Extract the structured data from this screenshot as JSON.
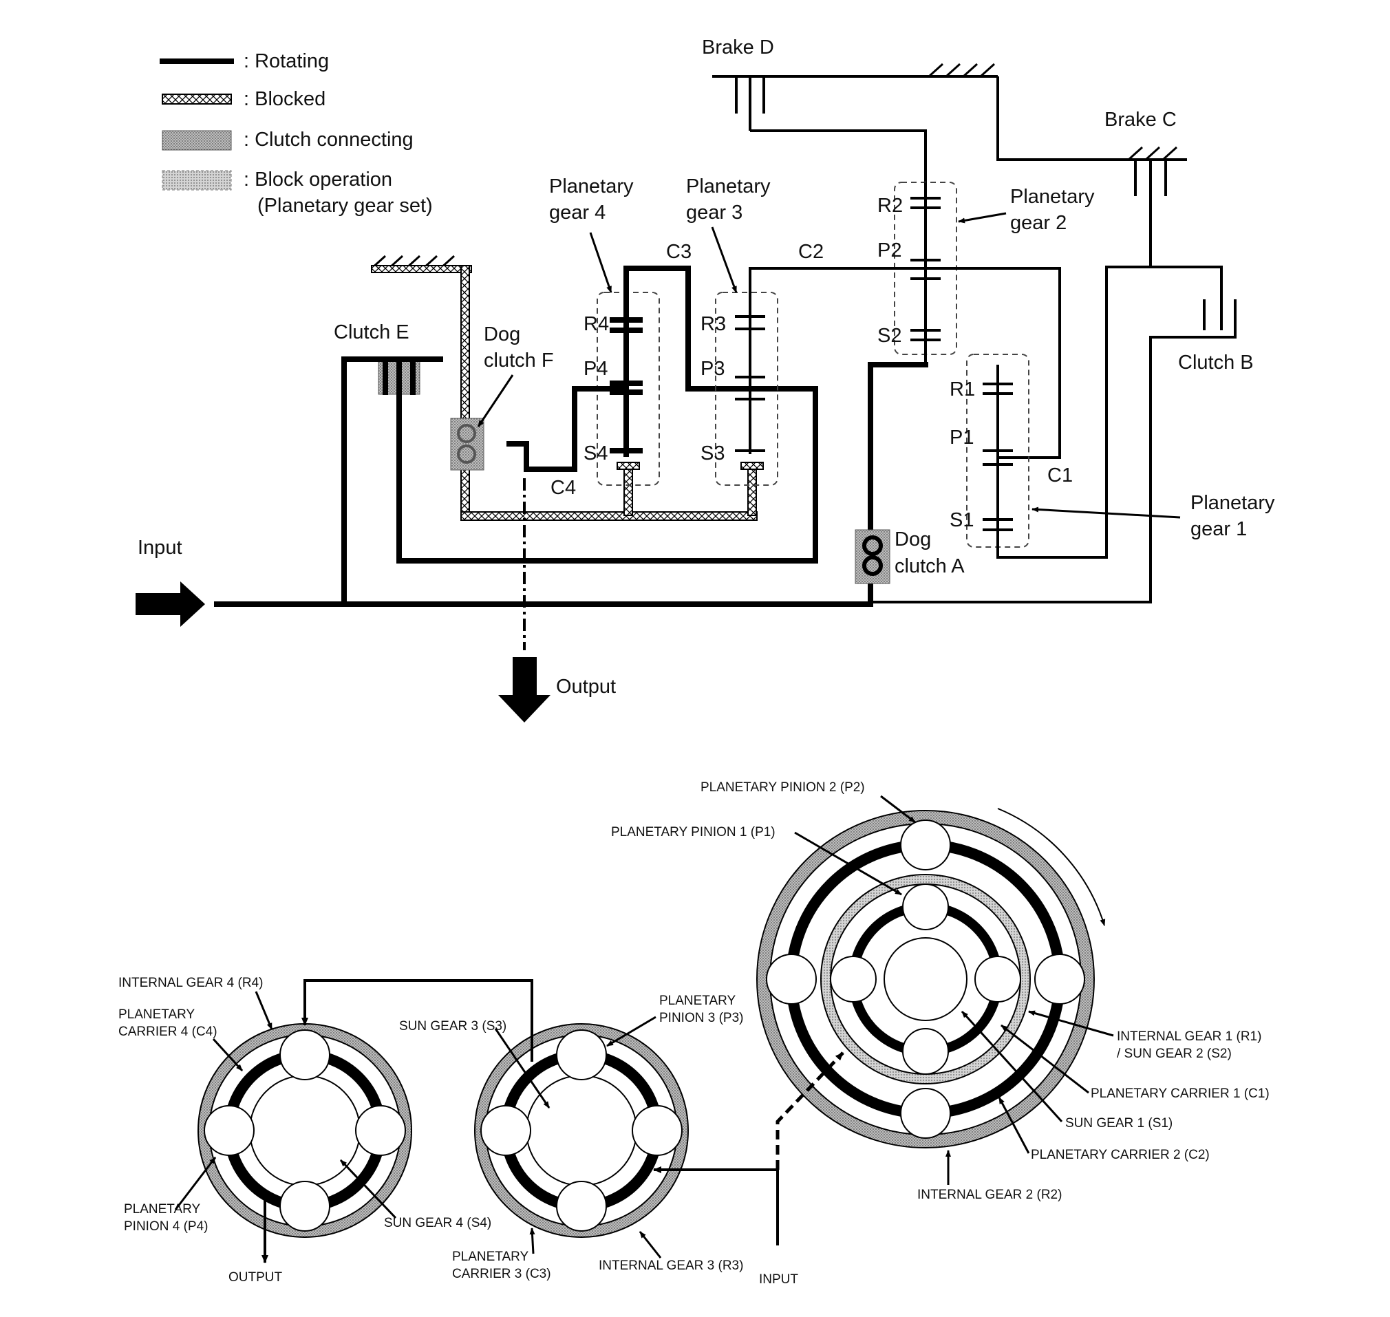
{
  "legend": [
    {
      "key": "rotating",
      "label": ": Rotating"
    },
    {
      "key": "blocked",
      "label": ": Blocked"
    },
    {
      "key": "clutch",
      "label": ": Clutch connecting"
    },
    {
      "key": "block_op",
      "label": ": Block operation"
    },
    {
      "key": "block_op_sub",
      "label": "(Planetary gear set)"
    }
  ],
  "top": {
    "brake_d": "Brake D",
    "brake_c": "Brake C",
    "clutch_b": "Clutch B",
    "clutch_e": "Clutch E",
    "dog_f_1": "Dog",
    "dog_f_2": "clutch F",
    "dog_a_1": "Dog",
    "dog_a_2": "clutch A",
    "pg4_1": "Planetary",
    "pg4_2": "gear 4",
    "pg3_1": "Planetary",
    "pg3_2": "gear 3",
    "pg2_1": "Planetary",
    "pg2_2": "gear 2",
    "pg1_1": "Planetary",
    "pg1_2": "gear 1",
    "input": "Input",
    "output": "Output",
    "c1": "C1",
    "c2": "C2",
    "c3": "C3",
    "c4": "C4",
    "r1": "R1",
    "r2": "R2",
    "r3": "R3",
    "r4": "R4",
    "p1": "P1",
    "p2": "P2",
    "p3": "P3",
    "p4": "P4",
    "s1": "S1",
    "s2": "S2",
    "s3": "S3",
    "s4": "S4"
  },
  "bottom": {
    "pp2": "PLANETARY PINION 2 (P2)",
    "pp1": "PLANETARY PINION 1 (P1)",
    "ig4": "INTERNAL GEAR 4 (R4)",
    "pc4_1": "PLANETARY",
    "pc4_2": "CARRIER 4 (C4)",
    "sg3": "SUN GEAR 3 (S3)",
    "pp3_1": "PLANETARY",
    "pp3_2": "PINION 3 (P3)",
    "pp4_1": "PLANETARY",
    "pp4_2": "PINION 4 (P4)",
    "sg4": "SUN GEAR 4 (S4)",
    "output": "OUTPUT",
    "pc3_1": "PLANETARY",
    "pc3_2": "CARRIER 3 (C3)",
    "ig3": "INTERNAL GEAR 3 (R3)",
    "input": "INPUT",
    "ig1_1": "INTERNAL GEAR 1 (R1)",
    "ig1_2": "/ SUN GEAR 2 (S2)",
    "pc1": "PLANETARY CARRIER 1 (C1)",
    "sg1": "SUN GEAR 1 (S1)",
    "pc2": "PLANETARY CARRIER 2 (C2)",
    "ig2": "INTERNAL GEAR 2 (R2)"
  }
}
